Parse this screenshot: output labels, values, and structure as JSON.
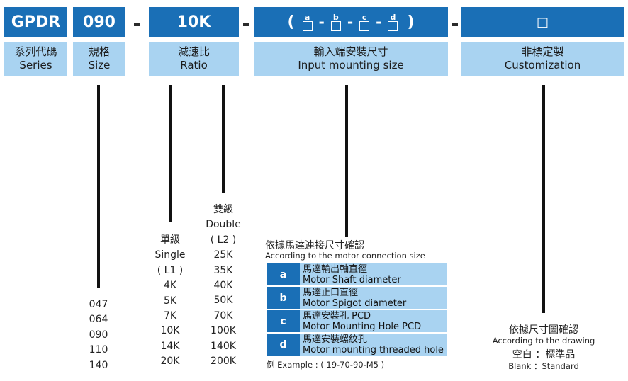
{
  "code_boxes": {
    "series": "GPDR",
    "size": "090",
    "ratio": "10K",
    "input_open": "(",
    "input_close": ")",
    "input_letters": [
      "a",
      "b",
      "c",
      "d"
    ],
    "input_sep": "-",
    "custom_symbol": "□"
  },
  "labels": {
    "series_zh": "系列代碼",
    "series_en": "Series",
    "size_zh": "規格",
    "size_en": "Size",
    "ratio_zh": "減速比",
    "ratio_en": "Ratio",
    "input_zh": "輸入端安裝尺寸",
    "input_en": "Input mounting size",
    "custom_zh": "非標定製",
    "custom_en": "Customization"
  },
  "sizes": [
    "047",
    "064",
    "090",
    "110",
    "140"
  ],
  "single": {
    "zh": "單級",
    "en": "Single",
    "code": "( L1 )",
    "ratios": [
      "4K",
      "5K",
      "7K",
      "10K",
      "14K",
      "20K"
    ]
  },
  "double": {
    "zh": "雙級",
    "en": "Double",
    "code": "( L2 )",
    "ratios": [
      "25K",
      "35K",
      "40K",
      "50K",
      "70K",
      "100K",
      "140K",
      "200K"
    ]
  },
  "input_info": {
    "title_zh": "依據馬達連接尺寸確認",
    "title_en": "According to the motor connection size",
    "rows": [
      {
        "key": "a",
        "zh": "馬達輸出軸直徑",
        "en": "Motor Shaft diameter"
      },
      {
        "key": "b",
        "zh": "馬達止口直徑",
        "en": "Motor Spigot diameter"
      },
      {
        "key": "c",
        "zh": "馬達安裝孔 PCD",
        "en": "Motor Mounting Hole PCD"
      },
      {
        "key": "d",
        "zh": "馬達安裝螺紋孔",
        "en": "Motor mounting threaded hole"
      }
    ],
    "example": "例 Example : ( 19-70-90-M5 )"
  },
  "custom_info": {
    "line1": "依據尺寸圖確認",
    "line2": "According to the drawing",
    "line3": "空白 ：標準品",
    "line4": "Blank ：Standard"
  },
  "colors": {
    "dark_blue": "#1a6fb6",
    "light_blue": "#a9d3f1"
  }
}
